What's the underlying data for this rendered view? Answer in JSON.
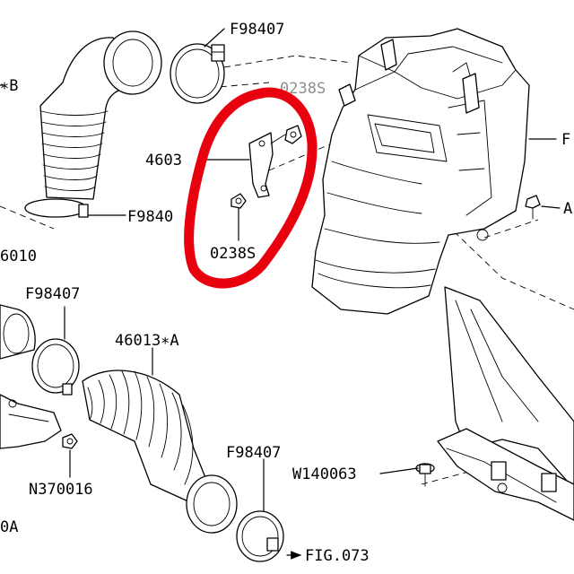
{
  "labels": {
    "clamp_top": "F98407",
    "hose_b": "∗B",
    "dashed_top": "0238S",
    "bracket": "4603",
    "clamp_left": "F9840",
    "bolt_mid": "0238S",
    "part_left": "6010",
    "clamp_mid": "F98407",
    "hose_a": "46013∗A",
    "clamp_bottom": "F98407",
    "nut_left": "N370016",
    "washer_bolt": "W140063",
    "fig_ref": "FIG.073",
    "part_bl": "0A",
    "right_top": "F",
    "right_bolt": "A"
  },
  "colors": {
    "highlight": "#e8000f",
    "line": "#000000",
    "background": "#ffffff"
  }
}
